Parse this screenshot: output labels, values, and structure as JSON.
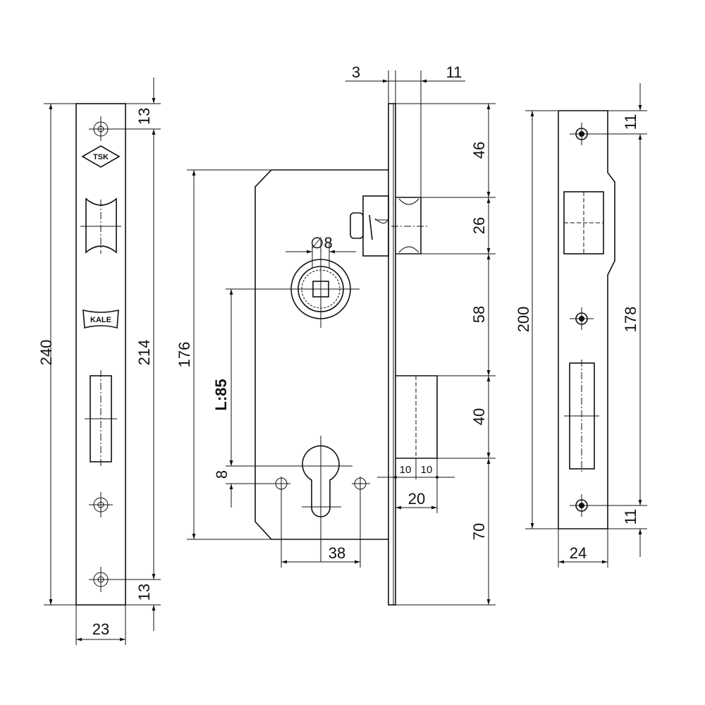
{
  "front_plate": {
    "logo_top": "TSK",
    "logo_mid": "KALE",
    "dims": {
      "height": "240",
      "hole_span": "214",
      "top_offset": "13",
      "bottom_offset": "13",
      "width": "23"
    }
  },
  "lock_body": {
    "dims": {
      "faceplate_thickness": "3",
      "latch_offset": "11",
      "body_height": "176",
      "backset": "L:85",
      "spindle": "∅8",
      "cyl_offset": "8",
      "screw_span": "38",
      "bolt_throw": "20",
      "bolt_half_a": "10",
      "bolt_half_b": "10",
      "seg_1": "46",
      "seg_2": "26",
      "seg_3": "58",
      "seg_4": "40",
      "seg_5": "70"
    }
  },
  "strike_plate": {
    "dims": {
      "height": "200",
      "hole_span": "178",
      "top_offset": "11",
      "bottom_offset": "11",
      "width": "24"
    }
  }
}
